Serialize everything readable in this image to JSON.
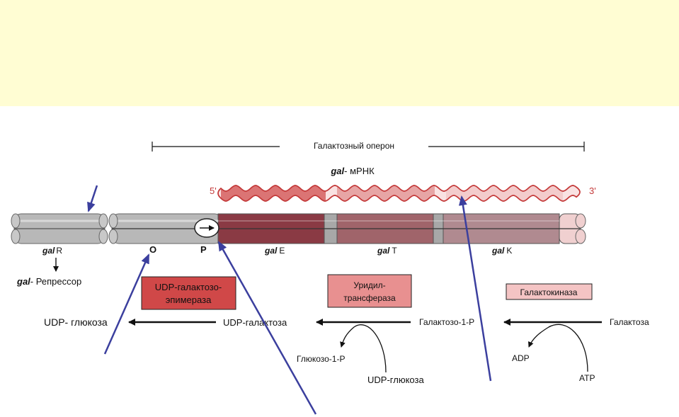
{
  "operon": {
    "title": "Галактозный оперон"
  },
  "mrna": {
    "label_prefix": "gal",
    "label_suffix": "- мРНК",
    "five_prime": "5'",
    "three_prime": "3'"
  },
  "genes": {
    "galR": {
      "prefix": "gal",
      "suffix": "R"
    },
    "operator": "O",
    "promoter": "P",
    "galE": {
      "prefix": "gal",
      "suffix": "E"
    },
    "galT": {
      "prefix": "gal",
      "suffix": "T"
    },
    "galK": {
      "prefix": "gal",
      "suffix": "K"
    }
  },
  "repressor": {
    "prefix": "gal",
    "suffix": "- Репрессор"
  },
  "enzymes": {
    "epimerase": {
      "line1": "UDP-галактозо-",
      "line2": "эпимераза"
    },
    "transferase": {
      "line1": "Уридил-",
      "line2": "трансфераза"
    },
    "kinase": {
      "line1": "Галактокиназа"
    }
  },
  "metabolites": {
    "udp_glucose_left": "UDP- глюкоза",
    "udp_galactose": "UDP-галактоза",
    "galactose_1p": "Галактозо-1-P",
    "galactose": "Галактоза",
    "glucose_1p": "Глюкозо-1-P",
    "udp_glucose_bottom": "UDP-глюкоза",
    "adp": "ADP",
    "atp": "ATP"
  },
  "colors": {
    "top_band": "#fffdd3",
    "gray_dna": "#b8b8b8",
    "gal_e": "#8a3a44",
    "gal_t": "#a0646a",
    "gal_k": "#b08a90",
    "mrna_dark": "#d66060",
    "mrna_mid": "#e49a9a",
    "mrna_light": "#f2c8c8",
    "epimerase_box": "#d04848",
    "transferase_box": "#e89090",
    "kinase_box": "#f4c4c4",
    "pointer_arrows": "#3b3f9e"
  }
}
